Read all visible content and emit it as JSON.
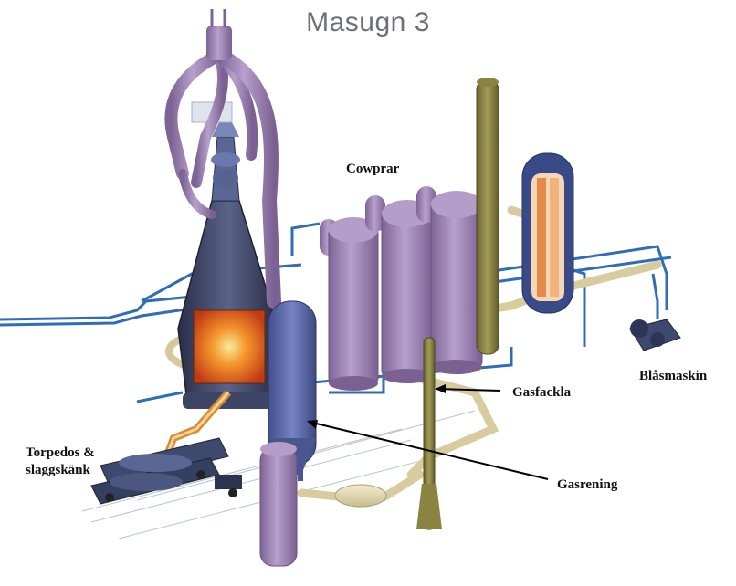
{
  "title": "Masugn 3",
  "labels": {
    "cowprar": "Cowprar",
    "blasmaskin": "Blåsmaskin",
    "gasfackla": "Gasfackla",
    "torpedos_line1": "Torpedos &",
    "torpedos_line2": "slaggskänk",
    "gasrening": "Gasrening"
  },
  "colors": {
    "structure_purple": "#9a7fb0",
    "dust_catcher_blue": "#5d6aa8",
    "flare_olive": "#8a8440",
    "pipe_cream": "#e4d9b2",
    "pipe_blue": "#2f6db8",
    "furnace_dark": "#3a3f5c",
    "hot_metal": "#ff7a1a",
    "title_gray": "#6f6f7a"
  }
}
